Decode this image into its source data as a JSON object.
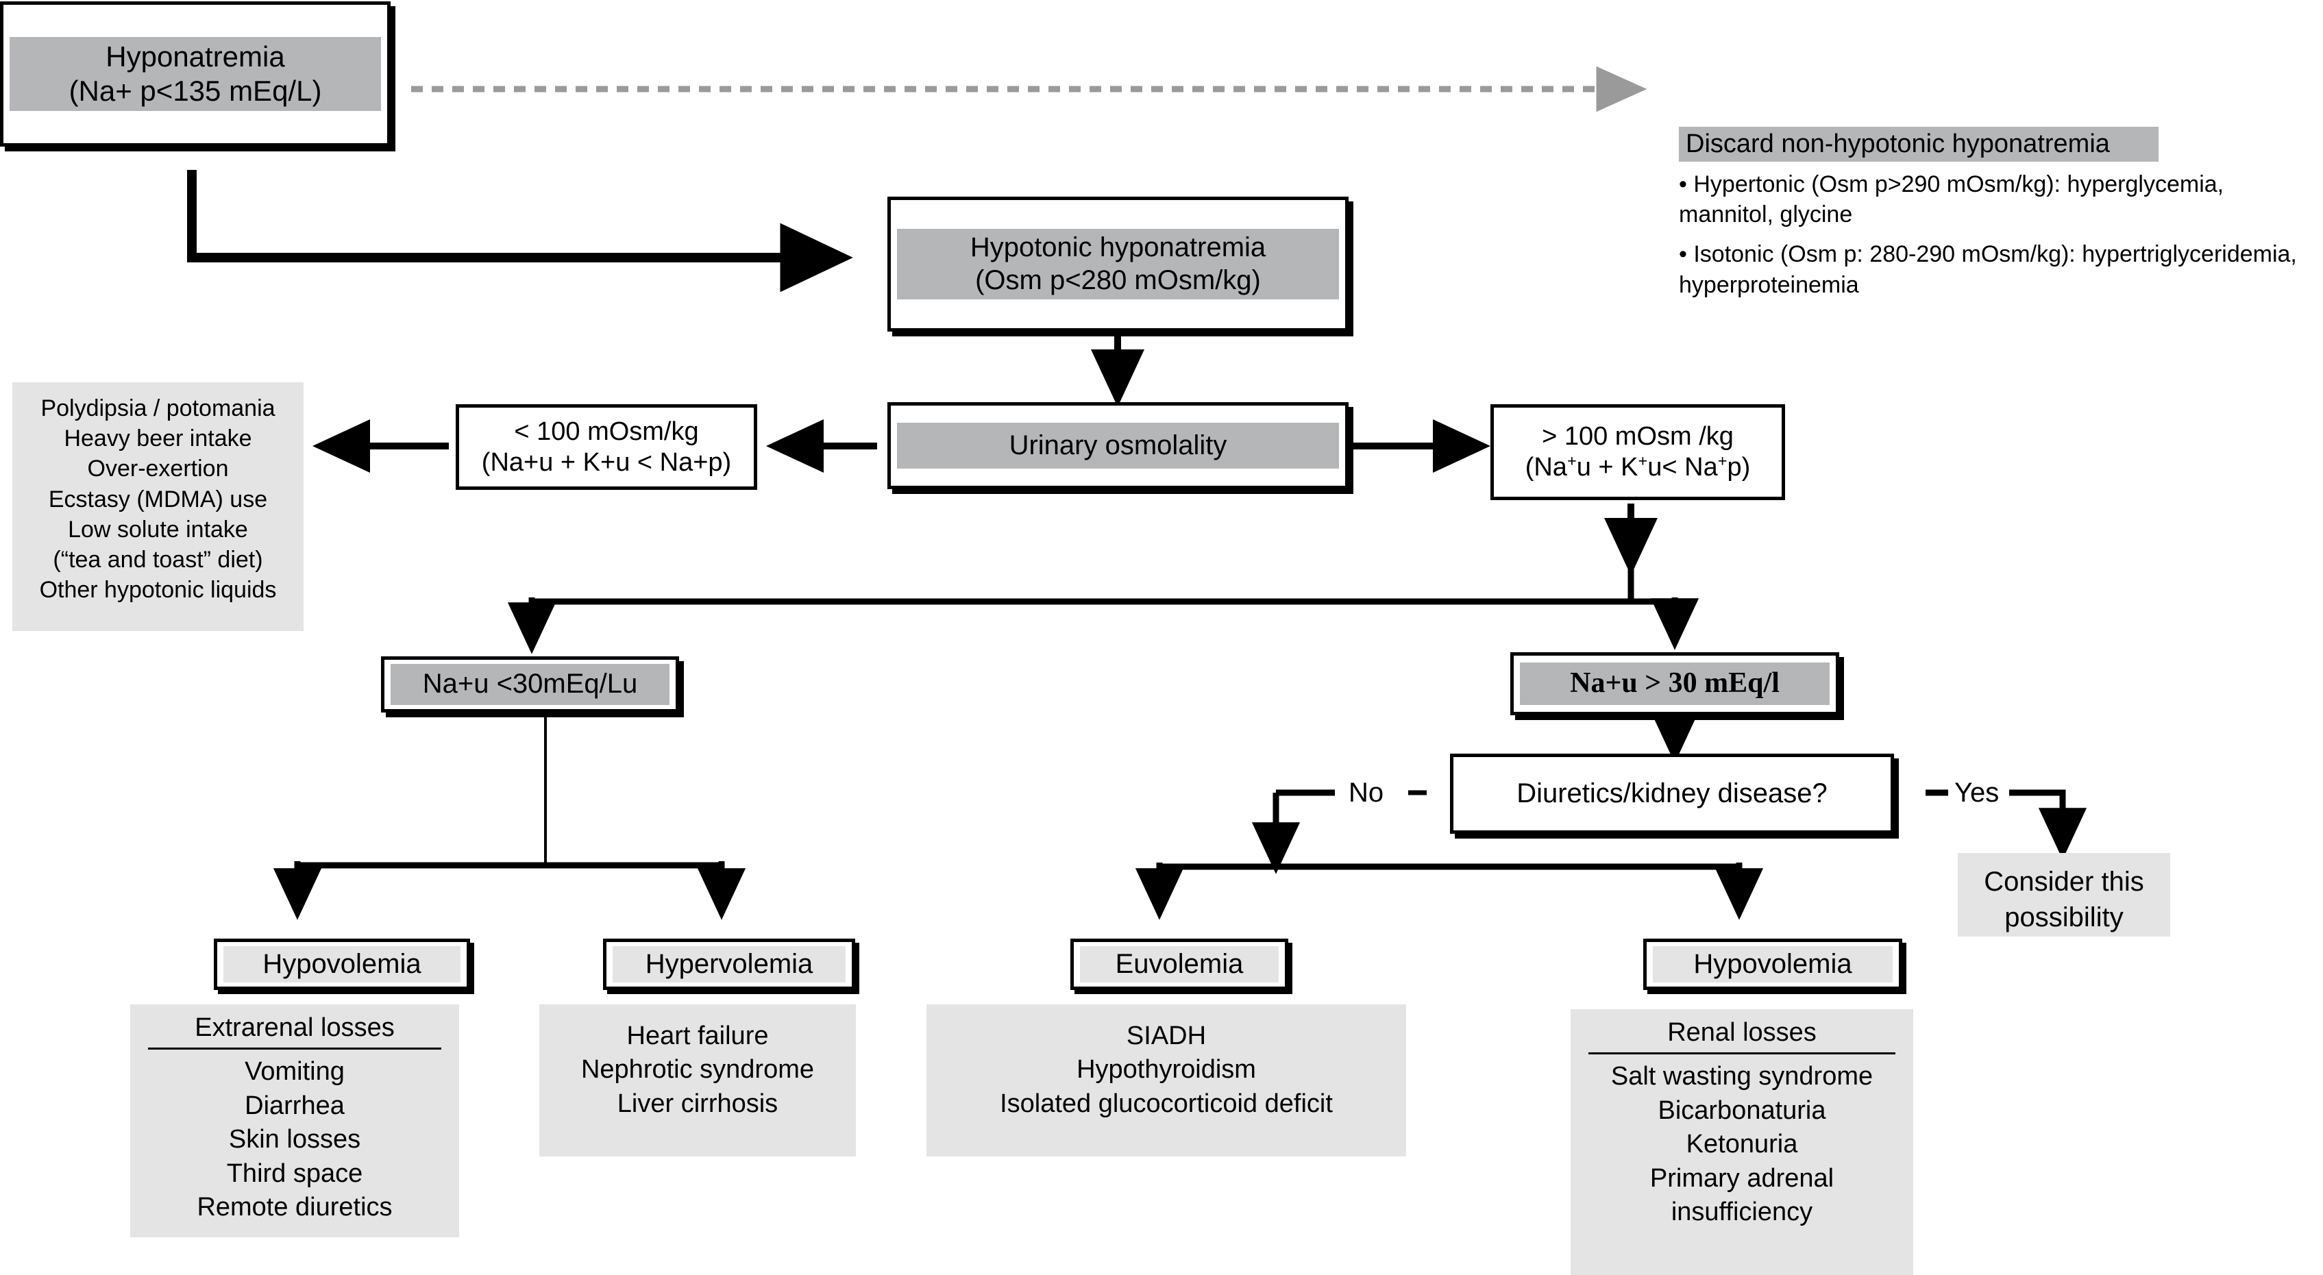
{
  "diagram": {
    "title": "Hyponatremia diagnostic algorithm",
    "colors": {
      "dark_gray": "#b5b6b8",
      "light_gray": "#e4e4e4",
      "line": "#000000",
      "dashed_line": "#9a9a9a"
    }
  },
  "nodes": {
    "hyponatremia": {
      "line1": "Hyponatremia",
      "line2": "(Na+ p<135 mEq/L)"
    },
    "hypotonic": {
      "line1": "Hypotonic hyponatremia",
      "line2": "(Osm p<280 mOsm/kg)"
    },
    "urinary_osmolality": {
      "label": "Urinary osmolality"
    },
    "low_osm": {
      "line1": "< 100 mOsm/kg",
      "line2": "(Na+u + K+u < Na+p)"
    },
    "high_osm": {
      "line1": "> 100 mOsm /kg",
      "line2_parts": [
        "(Na",
        "+",
        "u + K",
        "+",
        "u< Na",
        "+",
        "p)"
      ]
    },
    "na_low": {
      "label": "Na+u <30mEq/Lu"
    },
    "na_high": {
      "label": "Na+u > 30 mEq/l"
    },
    "diuretics": {
      "label": "Diuretics/kidney disease?"
    },
    "consider": {
      "line1": "Consider this",
      "line2": "possibility"
    }
  },
  "edge_labels": {
    "no": "No",
    "dash": "-",
    "yes": "Yes"
  },
  "discard_panel": {
    "title": "Discard non-hypotonic hyponatremia",
    "bullets": [
      "• Hypertonic (Osm p>290 mOsm/kg): hyperglycemia, mannitol, glycine",
      "• Isotonic (Osm p: 280-290 mOsm/kg): hypertriglyceridemia, hyperproteinemia"
    ]
  },
  "water_intake_panel": {
    "items": [
      "Polydipsia / potomania",
      "Heavy beer intake",
      "Over-exertion",
      "Ecstasy (MDMA) use",
      "Low solute intake",
      "(“tea and toast” diet)",
      "Other hypotonic liquids"
    ]
  },
  "outcomes": {
    "hypovolemia_extrarenal": {
      "box_label": "Hypovolemia",
      "header": "Extrarenal losses",
      "items": [
        "Vomiting",
        "Diarrhea",
        "Skin losses",
        "Third space",
        "Remote diuretics"
      ]
    },
    "hypervolemia": {
      "box_label": "Hypervolemia",
      "header": "",
      "items": [
        "Heart failure",
        "Nephrotic syndrome",
        "Liver cirrhosis"
      ]
    },
    "euvolemia": {
      "box_label": "Euvolemia",
      "header": "",
      "items": [
        "SIADH",
        "Hypothyroidism",
        "Isolated glucocorticoid deficit"
      ]
    },
    "hypovolemia_renal": {
      "box_label": "Hypovolemia",
      "header": "Renal losses",
      "items": [
        "Salt wasting syndrome",
        "Bicarbonaturia",
        "Ketonuria",
        "Primary adrenal",
        "insufficiency"
      ]
    }
  }
}
